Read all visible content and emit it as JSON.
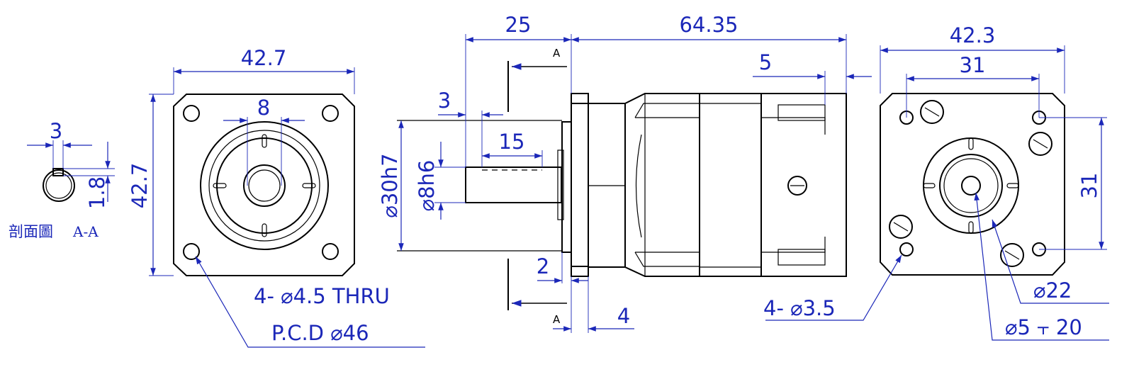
{
  "section_view": {
    "key_width": "3",
    "key_depth": "1.8",
    "caption_cjk": "剖面圖",
    "caption_latin": "A-A"
  },
  "front_view": {
    "width": "42.7",
    "height": "42.7",
    "bore_width": "8",
    "holes_label": "4- ⌀4.5 THRU",
    "pcd_label": "P.C.D ⌀46"
  },
  "side_view": {
    "shaft_length": "25",
    "body_length": "64.35",
    "tail_step": "5",
    "key_offset": "3",
    "key_length": "15",
    "pilot_diameter": "⌀30h7",
    "shaft_diameter": "⌀8h6",
    "pilot_depth": "2",
    "flange_thickness": "4",
    "section_marker_top": "A",
    "section_marker_bottom": "A"
  },
  "rear_view": {
    "width": "42.3",
    "hole_spacing_horizontal": "31",
    "hole_spacing_vertical": "31",
    "holes_label": "4- ⌀3.5",
    "bore_large": "⌀22",
    "bore_small": "⌀5 ⫟ 20"
  }
}
